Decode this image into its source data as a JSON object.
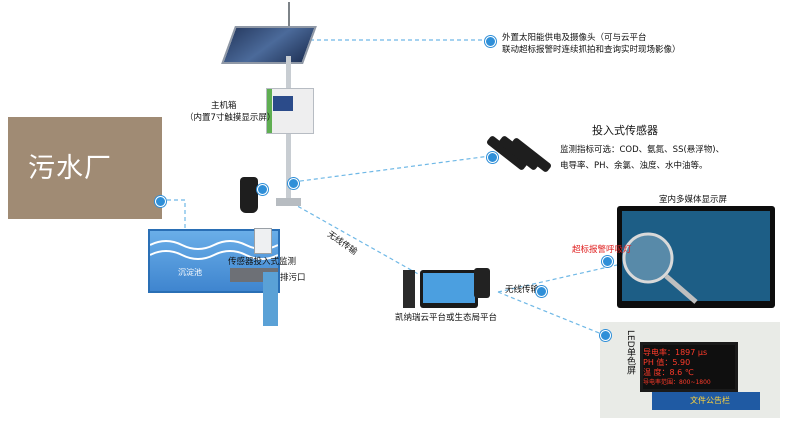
{
  "plant_label": "污水厂",
  "solar_caption_line1": "外置太阳能供电及摄像头（可与云平台",
  "solar_caption_line2": "联动超标报警时连续抓拍和查询实时现场影像）",
  "mainbox_line1": "主机箱",
  "mainbox_line2": "（内置7寸触摸显示屏）",
  "sensor_title": "投入式传感器",
  "sensor_line1": "监测指标可选：COD、氨氮、SS(悬浮物)、",
  "sensor_line2": "电导率、PH、余氯、浊度、水中油等。",
  "wireless_label_1": "无线传输",
  "wireless_label_2": "无线传输",
  "cloud_caption": "凯纳瑞云平台或生态局平台",
  "tank_label": "沉淀池",
  "outlet_label": "排污口",
  "sensor_monitor_label": "传感器投入式监测",
  "indoor_display_title": "室内多媒体显示屏",
  "alarm_label": "超标报警呼吸灯",
  "led_label": "LED单色屏",
  "led_rows": [
    "导电率：1897 μs",
    "PH 值：5.90",
    "温 度：8.6 ℃",
    "导电率范围：800~1800"
  ],
  "notice_board": "文件公告栏",
  "colors": {
    "accent": "#2f8fd8",
    "plant": "#a08b74",
    "led_text": "#ff3b2a"
  }
}
